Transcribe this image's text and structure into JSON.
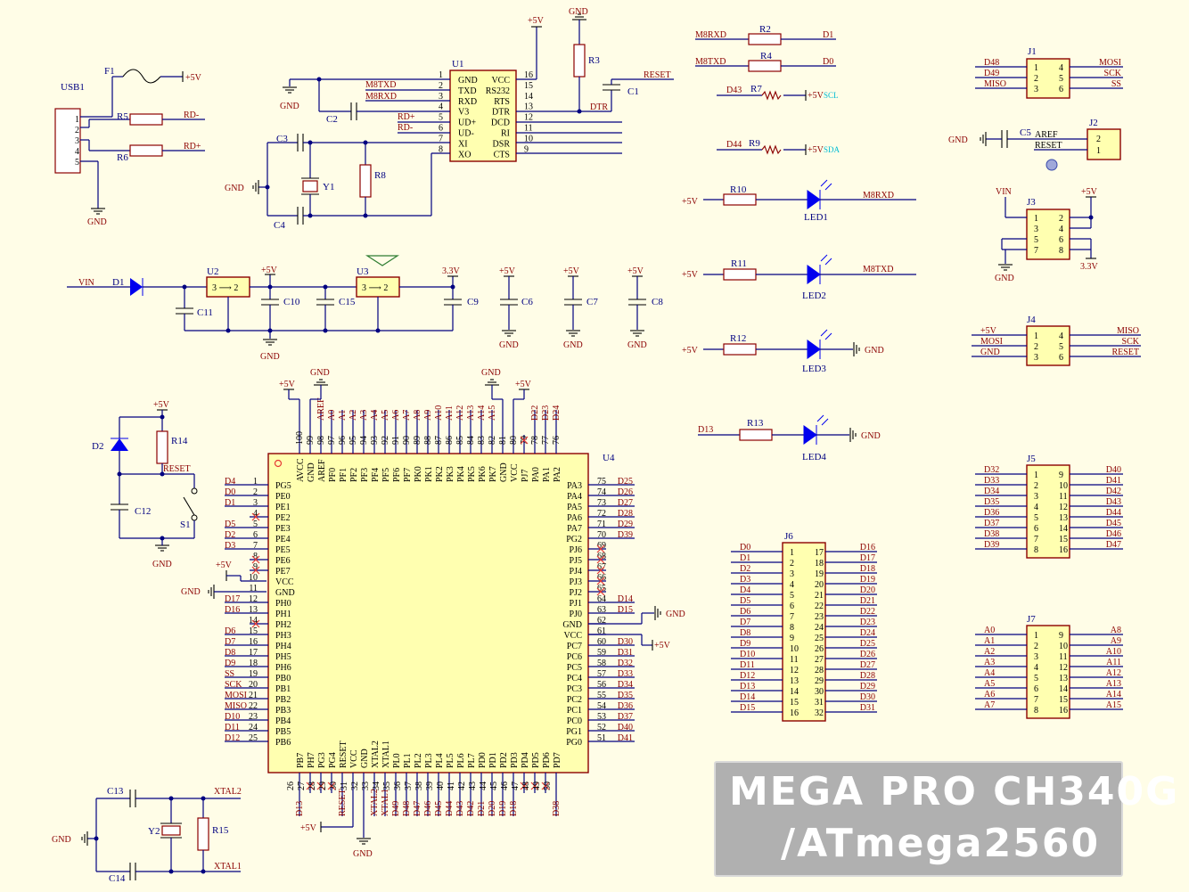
{
  "banner": {
    "line1": "MEGA PRO CH340G",
    "line2": "/ATmega2560"
  },
  "nets": {
    "gnd": "GND",
    "p5v": "+5V",
    "p33v": "3.3V",
    "vin": "VIN",
    "reset": "RESET",
    "dtr": "DTR",
    "rdm": "RD-",
    "rdp": "RD+",
    "m8txd": "M8TXD",
    "m8rxd": "M8RXD",
    "xtal1": "XTAL1",
    "xtal2": "XTAL2",
    "aref": "AREF",
    "scl": "SCL",
    "sda": "SDA",
    "mosi": "MOSI",
    "miso": "MISO",
    "sck": "SCK",
    "ss": "SS",
    "vcc": "VCC",
    "d0": "D0",
    "d1": "D1",
    "d13": "D13",
    "d14": "D14",
    "d15": "D15",
    "d43": "D43",
    "d44": "D44",
    "d48": "D48",
    "d49": "D49",
    "r3v3": "3.3V"
  },
  "refs": {
    "usb1": "USB1",
    "f1": "F1",
    "r5": "R5",
    "r6": "R6",
    "u1": "U1",
    "c2": "C2",
    "c3": "C3",
    "c4": "C4",
    "y1": "Y1",
    "r8": "R8",
    "r3": "R3",
    "c1": "C1",
    "r2": "R2",
    "r4": "R4",
    "r7": "R7",
    "r9": "R9",
    "r10": "R10",
    "r11": "R11",
    "r12": "R12",
    "r13": "R13",
    "led1": "LED1",
    "led2": "LED2",
    "led3": "LED3",
    "led4": "LED4",
    "d1": "D1",
    "u2": "U2",
    "u3": "U3",
    "c11": "C11",
    "c10": "C10",
    "c15": "C15",
    "c9": "C9",
    "c6": "C6",
    "c7": "C7",
    "c8": "C8",
    "d2": "D2",
    "r14": "R14",
    "c12": "C12",
    "s1": "S1",
    "u4": "U4",
    "c13": "C13",
    "c14": "C14",
    "y2": "Y2",
    "r15": "R15",
    "j1": "J1",
    "j2": "J2",
    "j3": "J3",
    "j4": "J4",
    "j5": "J5",
    "j6": "J6",
    "j7": "J7",
    "c5": "C5"
  },
  "reg_pins": "3 ⟶ 2",
  "usb_pins": [
    "1",
    "2",
    "3",
    "4",
    "5"
  ],
  "u1": {
    "left": [
      [
        "1",
        "GND"
      ],
      [
        "2",
        "TXD"
      ],
      [
        "3",
        "RXD"
      ],
      [
        "4",
        "V3"
      ],
      [
        "5",
        "UD+"
      ],
      [
        "6",
        "UD-"
      ],
      [
        "7",
        "XI"
      ],
      [
        "8",
        "XO"
      ]
    ],
    "right": [
      [
        "16",
        "VCC"
      ],
      [
        "15",
        "RS232"
      ],
      [
        "14",
        "RTS"
      ],
      [
        "13",
        "DTR"
      ],
      [
        "12",
        "DCD"
      ],
      [
        "11",
        "RI"
      ],
      [
        "10",
        "DSR"
      ],
      [
        "9",
        "CTS"
      ]
    ]
  },
  "mcu": {
    "left": [
      [
        "D4",
        "1",
        "PG5"
      ],
      [
        "D0",
        "2",
        "PE0"
      ],
      [
        "D1",
        "3",
        "PE1"
      ],
      [
        "",
        "4",
        "PE2"
      ],
      [
        "D5",
        "5",
        "PE3"
      ],
      [
        "D2",
        "6",
        "PE4"
      ],
      [
        "D3",
        "7",
        "PE5"
      ],
      [
        "",
        "8",
        "PE6"
      ],
      [
        "",
        "9",
        "PE7"
      ],
      [
        "",
        "10",
        "VCC"
      ],
      [
        "",
        "11",
        "GND"
      ],
      [
        "D17",
        "12",
        "PH0"
      ],
      [
        "D16",
        "13",
        "PH1"
      ],
      [
        "",
        "14",
        "PH2"
      ],
      [
        "D6",
        "15",
        "PH3"
      ],
      [
        "D7",
        "16",
        "PH4"
      ],
      [
        "D8",
        "17",
        "PH5"
      ],
      [
        "D9",
        "18",
        "PH6"
      ],
      [
        "SS",
        "19",
        "PB0"
      ],
      [
        "SCK",
        "20",
        "PB1"
      ],
      [
        "MOSI",
        "21",
        "PB2"
      ],
      [
        "MISO",
        "22",
        "PB3"
      ],
      [
        "D10",
        "23",
        "PB4"
      ],
      [
        "D11",
        "24",
        "PB5"
      ],
      [
        "D12",
        "25",
        "PB6"
      ]
    ],
    "right": [
      [
        "PA3",
        "75",
        "D25"
      ],
      [
        "PA4",
        "74",
        "D26"
      ],
      [
        "PA5",
        "73",
        "D27"
      ],
      [
        "PA6",
        "72",
        "D28"
      ],
      [
        "PA7",
        "71",
        "D29"
      ],
      [
        "PG2",
        "70",
        "D39"
      ],
      [
        "PJ6",
        "69",
        ""
      ],
      [
        "PJ5",
        "68",
        ""
      ],
      [
        "PJ4",
        "67",
        ""
      ],
      [
        "PJ3",
        "66",
        ""
      ],
      [
        "PJ2",
        "65",
        ""
      ],
      [
        "PJ1",
        "64",
        "D14"
      ],
      [
        "PJ0",
        "63",
        "D15"
      ],
      [
        "GND",
        "62",
        ""
      ],
      [
        "VCC",
        "61",
        ""
      ],
      [
        "PC7",
        "60",
        "D30"
      ],
      [
        "PC6",
        "59",
        "D31"
      ],
      [
        "PC5",
        "58",
        "D32"
      ],
      [
        "PC4",
        "57",
        "D33"
      ],
      [
        "PC3",
        "56",
        "D34"
      ],
      [
        "PC2",
        "55",
        "D35"
      ],
      [
        "PC1",
        "54",
        "D36"
      ],
      [
        "PC0",
        "53",
        "D37"
      ],
      [
        "PG1",
        "52",
        "D40"
      ],
      [
        "PG0",
        "51",
        "D41"
      ]
    ],
    "top": [
      [
        "100",
        "AVCC",
        ""
      ],
      [
        "99",
        "GND",
        ""
      ],
      [
        "98",
        "AREF",
        "AREF"
      ],
      [
        "97",
        "PF0",
        "A0"
      ],
      [
        "96",
        "PF1",
        "A1"
      ],
      [
        "95",
        "PF2",
        "A2"
      ],
      [
        "94",
        "PF3",
        "A3"
      ],
      [
        "93",
        "PF4",
        "A4"
      ],
      [
        "92",
        "PF5",
        "A5"
      ],
      [
        "91",
        "PF6",
        "A6"
      ],
      [
        "90",
        "PF7",
        "A7"
      ],
      [
        "89",
        "PK0",
        "A8"
      ],
      [
        "88",
        "PK1",
        "A9"
      ],
      [
        "87",
        "PK2",
        "A10"
      ],
      [
        "86",
        "PK3",
        "A11"
      ],
      [
        "85",
        "PK4",
        "A12"
      ],
      [
        "84",
        "PK5",
        "A13"
      ],
      [
        "83",
        "PK6",
        "A14"
      ],
      [
        "82",
        "PK7",
        "A15"
      ],
      [
        "81",
        "GND",
        ""
      ],
      [
        "80",
        "VCC",
        ""
      ],
      [
        "79",
        "PJ7",
        ""
      ],
      [
        "78",
        "PA0",
        "D22"
      ],
      [
        "77",
        "PA1",
        "D23"
      ],
      [
        "76",
        "PA2",
        "D24"
      ]
    ],
    "bottom": [
      [
        "26",
        "PB7",
        "D13"
      ],
      [
        "27",
        "PH7",
        ""
      ],
      [
        "28",
        "PG3",
        ""
      ],
      [
        "29",
        "PG4",
        ""
      ],
      [
        "30",
        "RESET",
        "RESET"
      ],
      [
        "31",
        "VCC",
        ""
      ],
      [
        "32",
        "GND",
        ""
      ],
      [
        "33",
        "XTAL2",
        "XTAL2"
      ],
      [
        "34",
        "XTAL1",
        "XTAL1"
      ],
      [
        "35",
        "PL0",
        "D49"
      ],
      [
        "36",
        "PL1",
        "D48"
      ],
      [
        "37",
        "PL2",
        "D47"
      ],
      [
        "38",
        "PL3",
        "D46"
      ],
      [
        "39",
        "PL4",
        "D45"
      ],
      [
        "40",
        "PL5",
        "D44"
      ],
      [
        "41",
        "PL6",
        "D43"
      ],
      [
        "42",
        "PL7",
        "D42"
      ],
      [
        "43",
        "PD0",
        "D21"
      ],
      [
        "44",
        "PD1",
        "D20"
      ],
      [
        "45",
        "PD2",
        "D19"
      ],
      [
        "46",
        "PD3",
        "D18"
      ],
      [
        "47",
        "PD4",
        ""
      ],
      [
        "48",
        "PD5",
        ""
      ],
      [
        "49",
        "PD6",
        ""
      ],
      [
        "50",
        "PD7",
        "D38"
      ]
    ]
  },
  "j1": {
    "pl": [
      "1",
      "2",
      "3"
    ],
    "pr": [
      "4",
      "5",
      "6"
    ],
    "left": [
      "D48",
      "D49",
      "MISO"
    ],
    "right": [
      "MOSI",
      "SCK",
      "SS"
    ]
  },
  "j2": {
    "pins": [
      "2",
      "1"
    ],
    "labels": [
      "AREF",
      "RESET"
    ]
  },
  "j3": {
    "pl": [
      "1",
      "3",
      "5",
      "7"
    ],
    "pr": [
      "2",
      "4",
      "6",
      "8"
    ]
  },
  "j4": {
    "pl": [
      "1",
      "2",
      "3"
    ],
    "pr": [
      "4",
      "5",
      "6"
    ],
    "left": [
      "+5V",
      "MOSI",
      "GND"
    ],
    "right": [
      "MISO",
      "SCK",
      "RESET"
    ]
  },
  "j5": {
    "pl": [
      "1",
      "2",
      "3",
      "4",
      "5",
      "6",
      "7",
      "8"
    ],
    "pr": [
      "9",
      "10",
      "11",
      "12",
      "13",
      "14",
      "15",
      "16"
    ],
    "left": [
      "D32",
      "D33",
      "D34",
      "D35",
      "D36",
      "D37",
      "D38",
      "D39"
    ],
    "right": [
      "D40",
      "D41",
      "D42",
      "D43",
      "D44",
      "D45",
      "D46",
      "D47"
    ]
  },
  "j6": {
    "pl": [
      "1",
      "2",
      "3",
      "4",
      "5",
      "6",
      "7",
      "8",
      "9",
      "10",
      "11",
      "12",
      "13",
      "14",
      "15",
      "16"
    ],
    "pr": [
      "17",
      "18",
      "19",
      "20",
      "21",
      "22",
      "23",
      "24",
      "25",
      "26",
      "27",
      "28",
      "29",
      "30",
      "31",
      "32"
    ],
    "left": [
      "D0",
      "D1",
      "D2",
      "D3",
      "D4",
      "D5",
      "D6",
      "D7",
      "D8",
      "D9",
      "D10",
      "D11",
      "D12",
      "D13",
      "D14",
      "D15"
    ],
    "right": [
      "D16",
      "D17",
      "D18",
      "D19",
      "D20",
      "D21",
      "D22",
      "D23",
      "D24",
      "D25",
      "D26",
      "D27",
      "D28",
      "D29",
      "D30",
      "D31"
    ]
  },
  "j7": {
    "pl": [
      "1",
      "2",
      "3",
      "4",
      "5",
      "6",
      "7",
      "8"
    ],
    "pr": [
      "9",
      "10",
      "11",
      "12",
      "13",
      "14",
      "15",
      "16"
    ],
    "left": [
      "A0",
      "A1",
      "A2",
      "A3",
      "A4",
      "A5",
      "A6",
      "A7"
    ],
    "right": [
      "A8",
      "A9",
      "A10",
      "A11",
      "A12",
      "A13",
      "A14",
      "A15"
    ]
  }
}
